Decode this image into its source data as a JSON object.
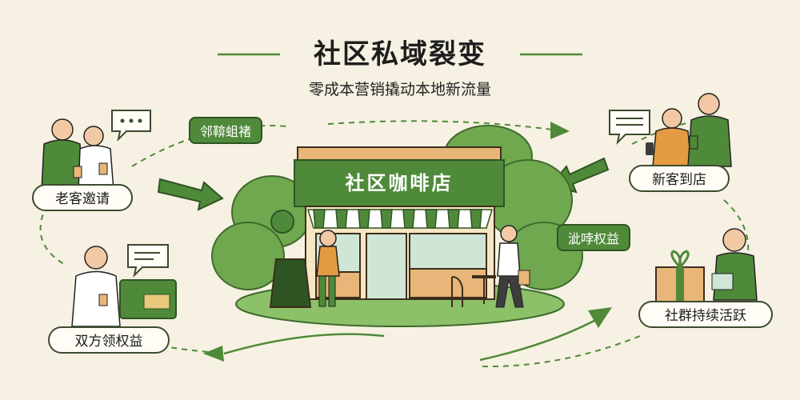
{
  "title": "社区私域裂变",
  "subtitle": "零成本营销撬动本地新流量",
  "store_sign": "社区咖啡店",
  "nodes": {
    "old_customer_invite": "老客邀请",
    "both_get_benefits": "双方领权益",
    "new_customer_visit": "新客到店",
    "community_active": "社群持续活跃"
  },
  "tags": {
    "neighbor_tag": "邻鞥蛆褚",
    "benefit_tag": "泚哱权益"
  },
  "colors": {
    "primary_green": "#4f8a3a",
    "dark_green": "#2f5424",
    "light_green": "#7fb35e",
    "background": "#f6f1e2",
    "wood": "#e8b678"
  },
  "icons": [
    "speech-bubble-icon",
    "arrow-icon",
    "coupon-card-icon",
    "gift-box-icon",
    "phone-icon",
    "coffee-cup-icon"
  ]
}
